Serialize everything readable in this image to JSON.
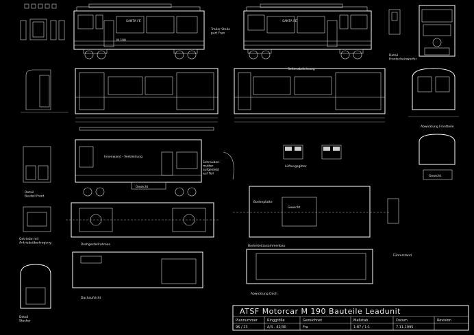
{
  "title_block": {
    "title": "ATSF Motorcar M 190 Bauteile Leadunit",
    "headers": [
      "Plannummer",
      "Ringgröße",
      "Gezeichnet",
      "Maßstab",
      "Datum",
      "Revision"
    ],
    "values": [
      "96 / 23",
      "A/3 - 42/30",
      "Fra",
      "1:87 / 1:1",
      "7.11.1995",
      ""
    ]
  },
  "labels": {
    "santa_fe_left": "SANTA FE",
    "santa_fe_right": "SANTA FE",
    "m190": "M 190",
    "trailer": "Trailer Stelle\npart Fran",
    "seitenlage": "Seitenabdichtung",
    "abwicklung_front": "Abwicklung Frontteile",
    "detail_frontscheinwerfer": "Detail\nFrontscheinwerfer",
    "detail_bauteil": "Detail\nBauteil Front",
    "innenwand": "Innenwand - Verkleidung",
    "schraubenmutter": "Schrauben-\nmutter\naufgeklebt\nauf Teil",
    "gewicht1": "Gewicht",
    "gewicht2": "Gewicht",
    "gewicht3": "Gewicht",
    "lueftungsgitter": "Lüftungsgitter",
    "bodenplatte": "Bodenplatte",
    "getriebe": "Getriebe mit\nAntriebsübertragung",
    "drehgestell": "Drehgestellrahmen",
    "dachaufsicht": "Dachaufsicht",
    "abwicklung_dach": "Abwicklung Dach",
    "detail_stecker": "Detail\nStecker",
    "aufbau": "Bodenteilzusammenbau",
    "fuehrerstand": "Führerstand"
  },
  "colors": {
    "background": "#000000",
    "line": "#d8d8d8",
    "text": "#e8e8e8"
  }
}
